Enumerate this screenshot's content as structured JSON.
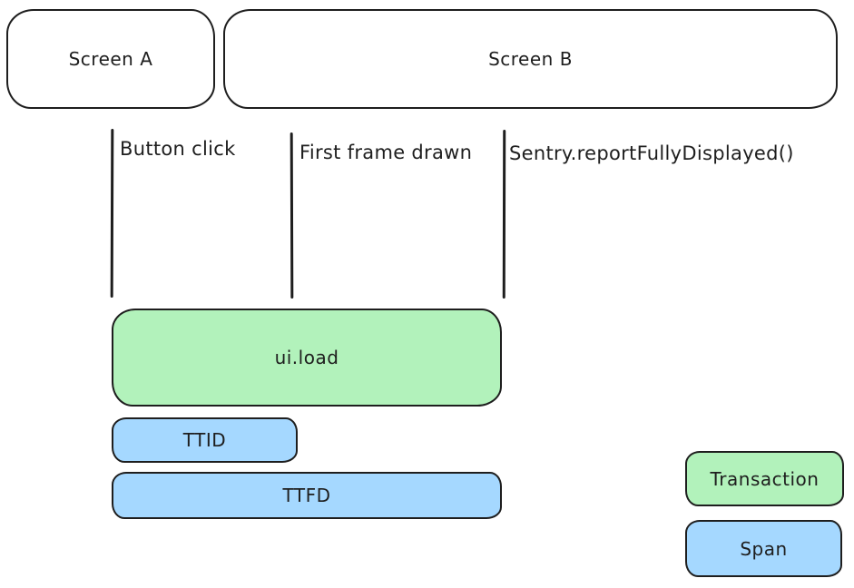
{
  "screens": [
    {
      "label": "Screen A"
    },
    {
      "label": "Screen B"
    }
  ],
  "events": [
    {
      "label": "Button click"
    },
    {
      "label": "First frame drawn"
    },
    {
      "label": "Sentry.reportFullyDisplayed()"
    }
  ],
  "bars": [
    {
      "label": "ui.load",
      "type": "transaction"
    },
    {
      "label": "TTID",
      "type": "span"
    },
    {
      "label": "TTFD",
      "type": "span"
    }
  ],
  "legend": [
    {
      "label": "Transaction",
      "type": "transaction"
    },
    {
      "label": "Span",
      "type": "span"
    }
  ],
  "colors": {
    "transaction_fill": "#b2f2bb",
    "span_fill": "#a5d8ff",
    "stroke": "#1e1e1e",
    "background": "#ffffff"
  }
}
